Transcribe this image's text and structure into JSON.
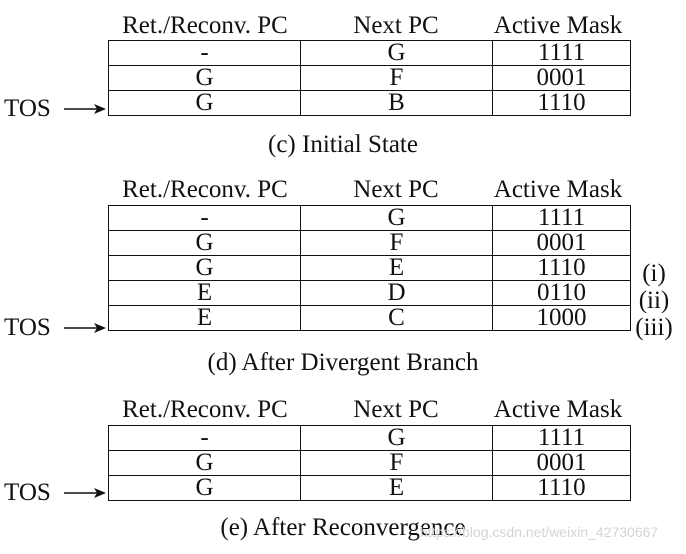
{
  "headers": {
    "ret": "Ret./Reconv. PC",
    "next": "Next PC",
    "mask": "Active Mask"
  },
  "tos_label": "TOS",
  "panels": [
    {
      "caption": "(c)  Initial State",
      "rows": [
        {
          "ret": "-",
          "next": "G",
          "mask": "1111"
        },
        {
          "ret": "G",
          "next": "F",
          "mask": "0001"
        },
        {
          "ret": "G",
          "next": "B",
          "mask": "1110"
        }
      ]
    },
    {
      "caption": "(d)  After Divergent Branch",
      "rows": [
        {
          "ret": "-",
          "next": "G",
          "mask": "1111"
        },
        {
          "ret": "G",
          "next": "F",
          "mask": "0001"
        },
        {
          "ret": "G",
          "next": "E",
          "mask": "1110",
          "marker": "(i)"
        },
        {
          "ret": "E",
          "next": "D",
          "mask": "0110",
          "marker": "(ii)"
        },
        {
          "ret": "E",
          "next": "C",
          "mask": "1000",
          "marker": "(iii)"
        }
      ]
    },
    {
      "caption": "(e)  After Reconvergence",
      "rows": [
        {
          "ret": "-",
          "next": "G",
          "mask": "1111"
        },
        {
          "ret": "G",
          "next": "F",
          "mask": "0001"
        },
        {
          "ret": "G",
          "next": "E",
          "mask": "1110"
        }
      ]
    }
  ],
  "watermark": "https://blog.csdn.net/weixin_42730667"
}
